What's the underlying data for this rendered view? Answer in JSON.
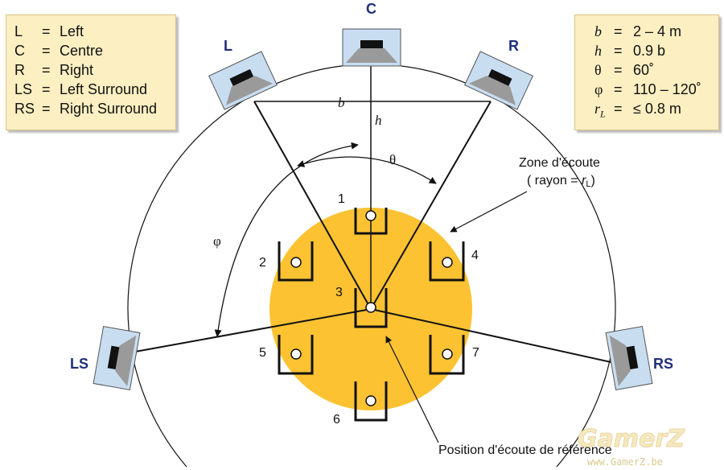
{
  "legend_left": [
    {
      "sym": "L",
      "eq": "=",
      "text": "Left"
    },
    {
      "sym": "C",
      "eq": "=",
      "text": "Centre"
    },
    {
      "sym": "R",
      "eq": "=",
      "text": "Right"
    },
    {
      "sym": "LS",
      "eq": "=",
      "text": "Left Surround"
    },
    {
      "sym": "RS",
      "eq": "=",
      "text": "Right Surround"
    }
  ],
  "legend_right": [
    {
      "sym": "b",
      "eq": "=",
      "text": "2 – 4 m"
    },
    {
      "sym": "h",
      "eq": "=",
      "text": "0.9 b"
    },
    {
      "sym": "θ",
      "eq": "=",
      "text": "60˚"
    },
    {
      "sym": "φ",
      "eq": "=",
      "text": "110 – 120˚"
    },
    {
      "sym": "r",
      "sub": "L",
      "eq": "=",
      "text": "≤ 0.8 m"
    }
  ],
  "speakers": {
    "L": "L",
    "C": "C",
    "R": "R",
    "LS": "LS",
    "RS": "RS"
  },
  "geometry_labels": {
    "b": "b",
    "h": "h",
    "theta": "θ",
    "phi": "φ"
  },
  "seats": [
    "1",
    "2",
    "3",
    "4",
    "5",
    "6",
    "7"
  ],
  "zone_label": {
    "line1": "Zone d'écoute",
    "line2_prefix": "( rayon = ",
    "line2_sym": "r",
    "line2_sub": "L",
    "line2_suffix": ")"
  },
  "reference_label": "Position d'écoute de référence",
  "colors": {
    "zone": "#fcc232",
    "legend_bg": "#fcefc2",
    "speaker_box": "#c8ddf0",
    "speaker_label": "#1f2f7a"
  },
  "watermark": {
    "logo": "GamerZ",
    "url": "www.GamerZ.be"
  }
}
